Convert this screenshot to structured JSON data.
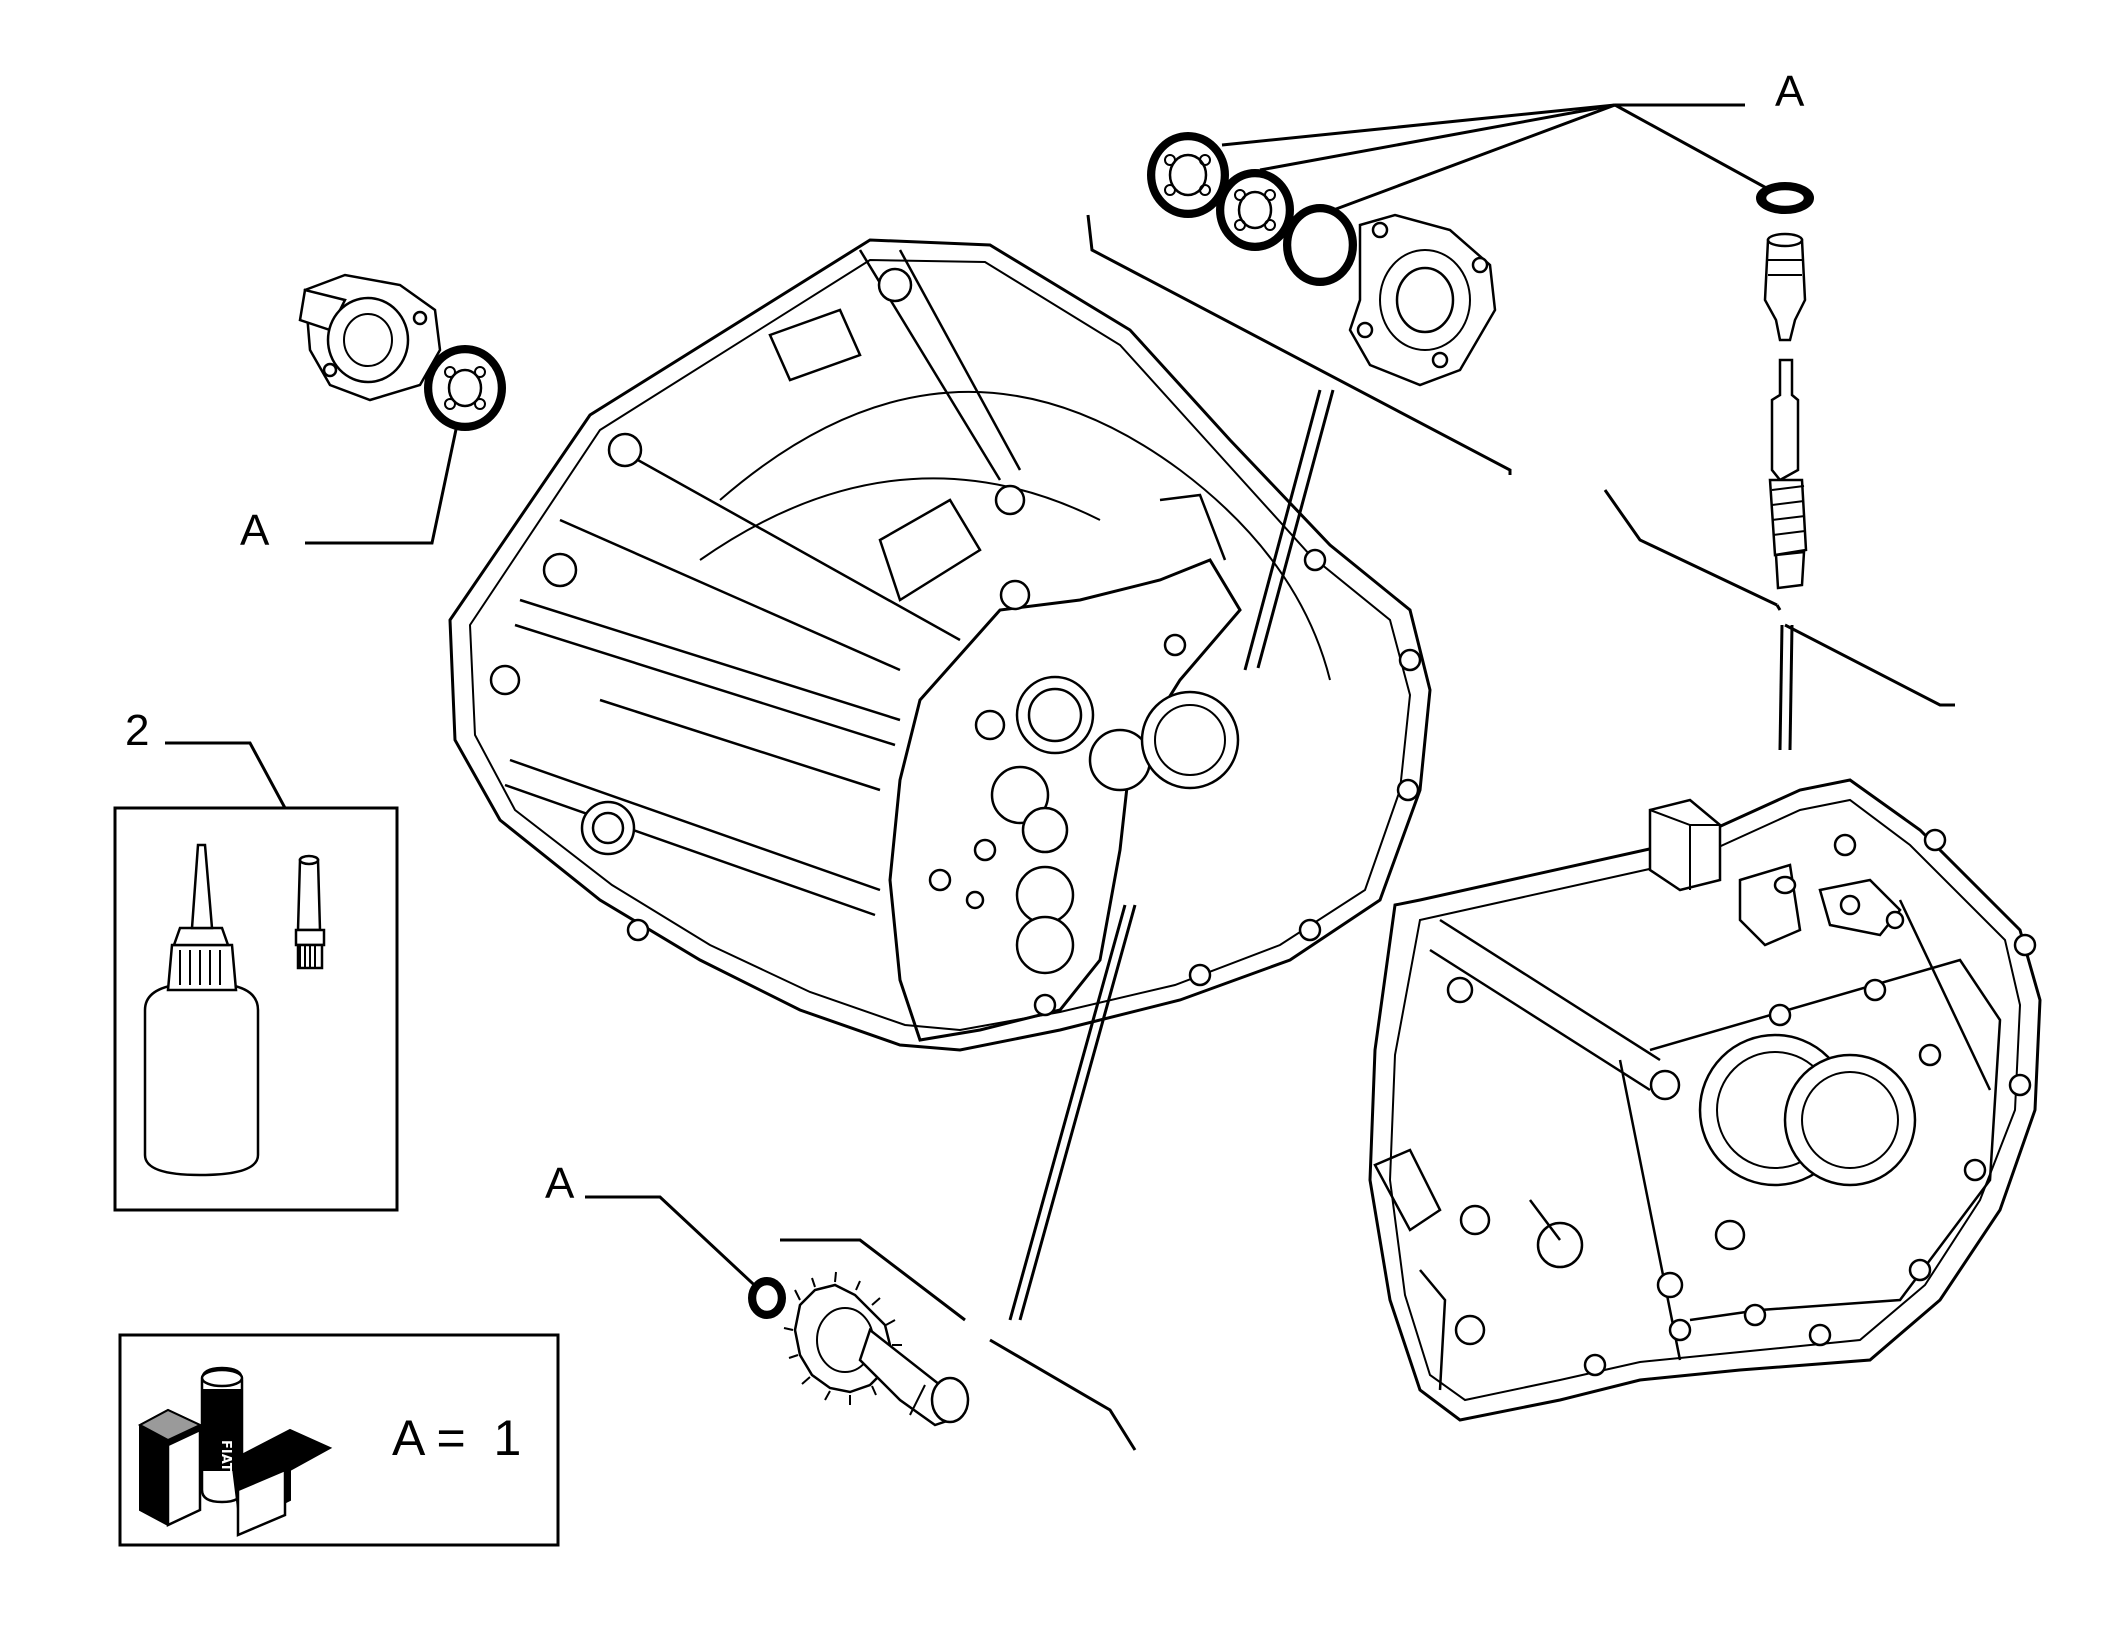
{
  "callouts": {
    "top_right": "A",
    "top_left": "A",
    "bottom_center": "A",
    "sealant_ref": "2"
  },
  "legend": {
    "equation": "A =  1",
    "logo_text": "FIAT"
  }
}
